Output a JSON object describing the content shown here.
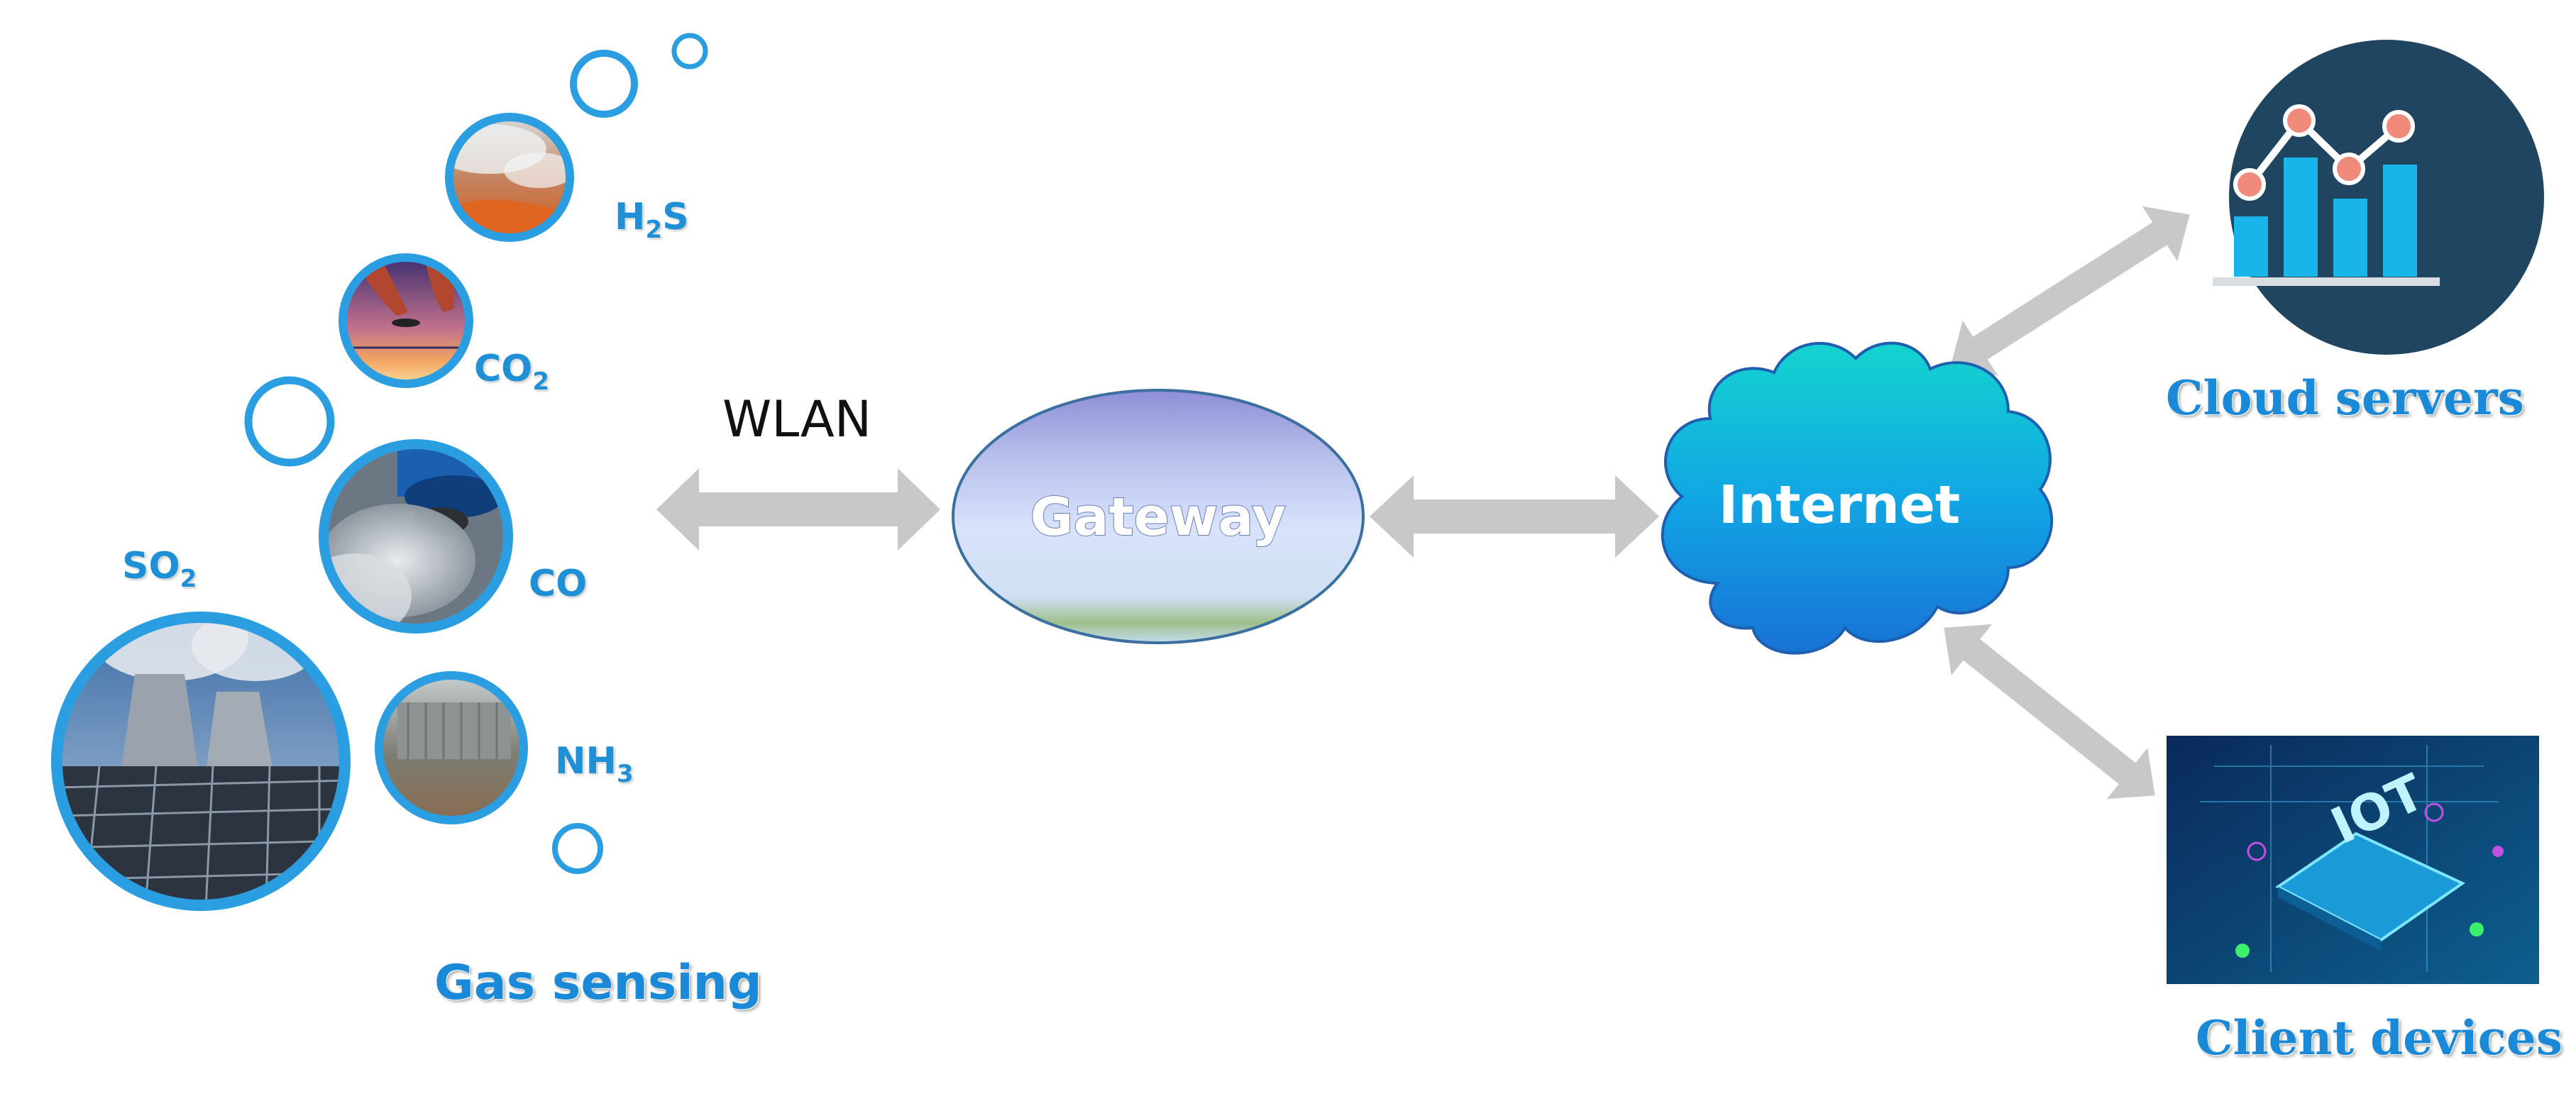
{
  "gas_sensing": {
    "title": "Gas sensing",
    "gases": {
      "h2s": {
        "main": "H",
        "sub": "2",
        "tail": "S"
      },
      "co2": {
        "main": "CO",
        "sub": "2",
        "tail": ""
      },
      "co": {
        "main": "CO",
        "sub": "",
        "tail": ""
      },
      "so2": {
        "main": "SO",
        "sub": "2",
        "tail": ""
      },
      "nh3": {
        "main": "NH",
        "sub": "3",
        "tail": ""
      }
    }
  },
  "wlan_label": "WLAN",
  "gateway_label": "Gateway",
  "internet_label": "Internet",
  "cloud_servers_label": "Cloud servers",
  "client_devices_label": "Client devices",
  "client_devices_screen_text": "IOT",
  "colors": {
    "accent_blue": "#1a8ad8",
    "ring_blue": "#2a9ee0",
    "arrow_gray": "#c8c8c8",
    "cloud_top": "#14d3cf",
    "cloud_bottom": "#1878d8",
    "server_circle": "#1f4560",
    "bar_cyan": "#19b4e8",
    "point_red": "#f08a7a"
  }
}
